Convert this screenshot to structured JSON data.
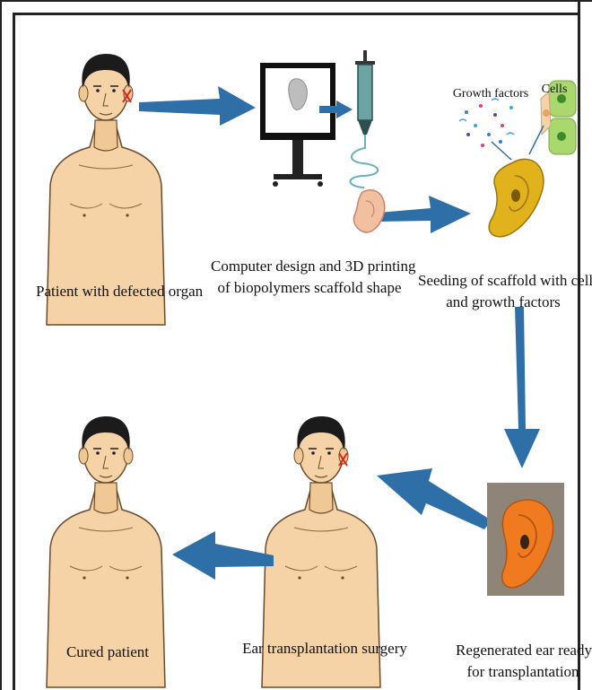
{
  "steps": {
    "patient": "Patient with defected organ",
    "design_line1": "Computer design and 3D printing",
    "design_line2": "of biopolymers scaffold shape",
    "seeding_line1": "Seeding of scaffold with cells",
    "seeding_line2": "and growth factors",
    "regenerated_line1": "Regenerated ear ready",
    "regenerated_line2": "for transplantation",
    "surgery": "Ear transplantation surgery",
    "cured": "Cured patient"
  },
  "annotations": {
    "growth_factors": "Growth factors",
    "cells": "Cells"
  },
  "colors": {
    "arrow": "#2f6fa8",
    "skin": "#f5d3a6",
    "hair": "#1b1b1b",
    "defect_mark": "#e0241b",
    "scaffold": "#e1b21c",
    "regenerated_ear": "#f07a1f",
    "printed_ear": "#f1c0a0",
    "cell": "#a8d86e"
  }
}
